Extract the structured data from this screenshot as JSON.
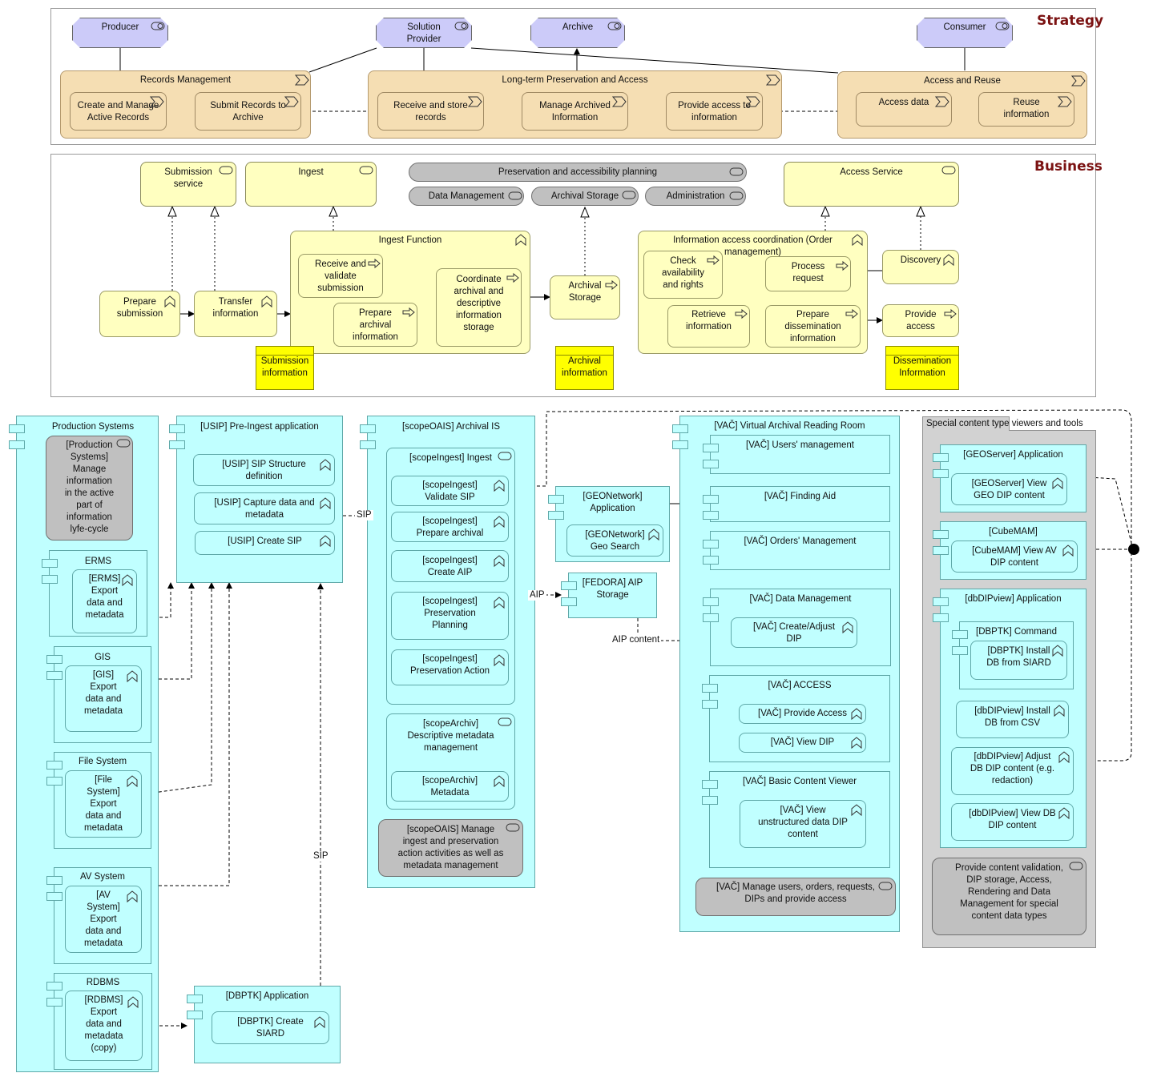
{
  "layers": {
    "strategy": "Strategy",
    "business": "Business"
  },
  "stakeholders": [
    "Producer",
    "Solution\nProvider",
    "Archive",
    "Consumer"
  ],
  "value_streams": {
    "records_management": "Records Management",
    "long_term": "Long-term Preservation and Access",
    "access_reuse": "Access and Reuse"
  },
  "capabilities": {
    "create_manage": "Create and Manage\nActive Records",
    "submit_records": "Submit Records to\nArchive",
    "receive_store": "Receive and store\nrecords",
    "manage_archived": "Manage Archived\nInformation",
    "provide_access_info": "Provide access to\ninformation",
    "access_data": "Access data",
    "reuse_info": "Reuse\ninformation"
  },
  "business_services": {
    "submission": "Submission\nservice",
    "ingest": "Ingest",
    "access_service": "Access Service",
    "preservation_planning": "Preservation and accessibility planning",
    "data_management": "Data Management",
    "archival_storage": "Archival Storage",
    "administration": "Administration"
  },
  "business_processes": {
    "prepare_submission": "Prepare\nsubmission",
    "transfer_information": "Transfer\ninformation",
    "ingest_function": "Ingest Function",
    "receive_validate": "Receive and\nvalidate\nsubmission",
    "prepare_archival": "Prepare\narchival\ninformation",
    "coordinate": "Coordinate\narchival and\ndescriptive\ninformation\nstorage",
    "archival_storage_proc": "Archival\nStorage",
    "info_access_coord": "Information access coordination (Order\nmanagement)",
    "check_availability": "Check\navailability\nand rights",
    "process_request": "Process\nrequest",
    "discovery": "Discovery",
    "retrieve_information": "Retrieve\ninformation",
    "prepare_dissemination": "Prepare\ndissemination\ninformation",
    "provide_access": "Provide\naccess"
  },
  "business_objects": {
    "submission_info": "Submission\ninformation",
    "archival_info": "Archival\ninformation",
    "dissemination_info": "Dissemination\nInformation"
  },
  "production": {
    "title": "Production Systems",
    "note": "[Production\nSystems]\nManage\ninformation\nin the active\npart of\ninformation\nlyfe-cycle",
    "erms": "ERMS",
    "erms_f": "[ERMS]\nExport\ndata and\nmetadata",
    "gis": "GIS",
    "gis_f": "[GIS]\nExport\ndata and\nmetadata",
    "fs": "File System",
    "fs_f": "[File\nSystem]\nExport\ndata and\nmetadata",
    "av": "AV System",
    "av_f": "[AV\nSystem]\nExport\ndata and\nmetadata",
    "rdbms": "RDBMS",
    "rdbms_f": "[RDBMS]\nExport\ndata and\nmetadata\n(copy)"
  },
  "usip": {
    "title": "[USIP] Pre-Ingest application",
    "f1": "[USIP] SIP Structure\ndefinition",
    "f2": "[USIP] Capture data and\nmetadata",
    "f3": "[USIP] Create SIP"
  },
  "dbptk_app": {
    "title": "[DBPTK] Application",
    "f1": "[DBPTK] Create\nSIARD"
  },
  "scope": {
    "title": "[scopeOAIS] Archival IS",
    "ingest": "[scopeIngest] Ingest",
    "validate": "[scopeIngest]\nValidate SIP",
    "prepare": "[scopeIngest]\nPrepare archival",
    "create_aip": "[scopeIngest]\nCreate AIP",
    "pres_planning": "[scopeIngest]\nPreservation\nPlanning",
    "pres_action": "[scopeIngest]\nPreservation Action",
    "archiv_svc": "[scopeArchiv]\nDescriptive metadata\nmanagement",
    "archiv_meta": "[scopeArchiv]\nMetadata",
    "note": "[scopeOAIS] Manage\ningest and preservation\naction activities as well as\nmetadata management"
  },
  "geonetwork": {
    "title": "[GEONetwork]\nApplication",
    "f1": "[GEONetwork]\nGeo Search"
  },
  "fedora": {
    "title": "[FEDORA] AIP\nStorage"
  },
  "vac": {
    "title": "[VAČ] Virtual Archival Reading Room",
    "users": "[VAČ] Users' management",
    "finding": "[VAČ] Finding Aid",
    "orders": "[VAČ] Orders' Management",
    "dm": "[VAČ] Data Management",
    "dm_f": "[VAČ] Create/Adjust\nDIP",
    "access": "[VAČ] ACCESS",
    "access_f1": "[VAČ] Provide Access",
    "access_f2": "[VAČ] View DIP",
    "basic": "[VAČ] Basic Content Viewer",
    "basic_f": "[VAČ] View\nunstructured data DIP\ncontent",
    "note": "[VAČ] Manage users, orders, requests,\nDIPs and provide access"
  },
  "special": {
    "title": "Special content type viewers and tools",
    "geoserver": "[GEOServer] Application",
    "geoserver_f": "[GEOServer] View\nGEO DIP content",
    "cubemam": "[CubeMAM]",
    "cubemam_f": "[CubeMAM] View AV\nDIP content",
    "dbdip": "[dbDIPview] Application",
    "dbptk_cmd": "[DBPTK] Command",
    "dbptk_cmd_f": "[DBPTK] Install\nDB from SIARD",
    "install_csv": "[dbDIPview]  Install\nDB from CSV",
    "adjust": "[dbDIPview] Adjust\nDB DIP content (e.g.\nredaction)",
    "viewdb": "[dbDIPview] View DB\nDIP content",
    "note": "Provide content validation,\nDIP storage, Access,\nRendering and Data\nManagement for special\ncontent data types"
  },
  "flow_labels": {
    "sip": "SIP",
    "sip2": "SIP",
    "aip": "AIP",
    "aip_content": "AIP content"
  }
}
